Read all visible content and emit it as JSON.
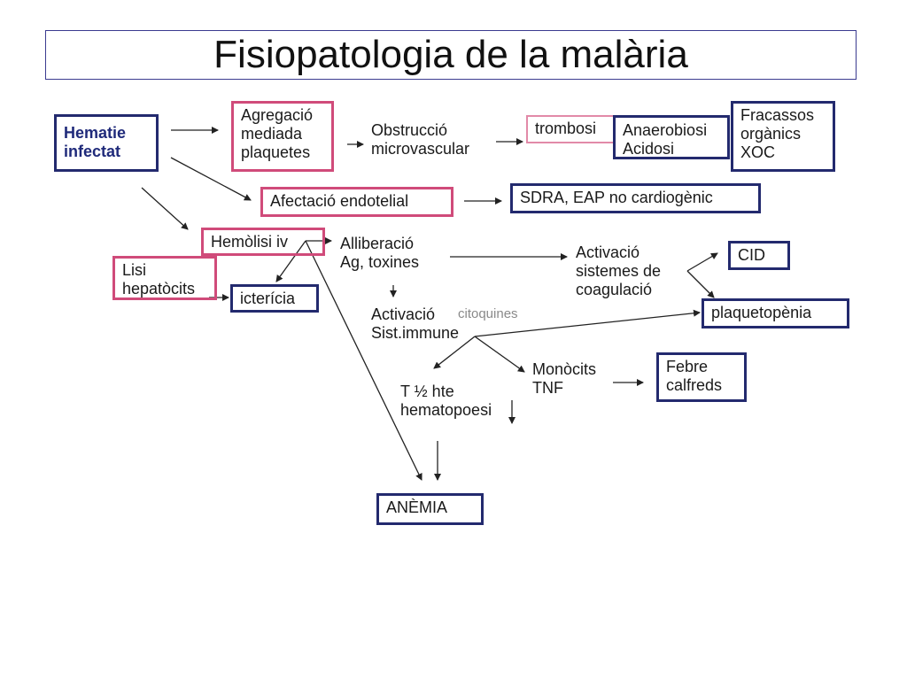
{
  "title": "Fisiopatologia de la malària",
  "nodes": {
    "hematie": "Hematie\ninfectat",
    "agregacio": "Agregació\nmediada\nplaquetes",
    "obstruccio": "Obstrucció\nmicrovascular",
    "trombosi": "trombosi",
    "anaerobiosi": "Anaerobiosi\nAcidosi",
    "fracassos": "Fracassos\norgànics\nXOC",
    "afectacio": "Afectació endotelial",
    "sdra": "SDRA, EAP no cardiogènic",
    "hemolisi": "Hemòlisi iv",
    "alliberacio": "Alliberació\nAg, toxines",
    "activacio_coag": "Activació\nsistemes de\ncoagulació",
    "cid": "CID",
    "lisi": "Lisi\nhepatòcits",
    "ictericia": "icterícia",
    "activacio_imm": "Activació\nSist.immune",
    "citoquines": "citoquines",
    "plaquetopenia": "plaquetopènia",
    "monocits": "Monòcits\nTNF",
    "febre": "Febre\ncalfreds",
    "t_half": "T ½ hte\nhematopoesi",
    "anemia": "ANÈMIA"
  },
  "colors": {
    "navy_border": "#232a6e",
    "pink_border": "#d04b7a",
    "title_border": "#3b3b8f",
    "arrow": "#222222"
  }
}
